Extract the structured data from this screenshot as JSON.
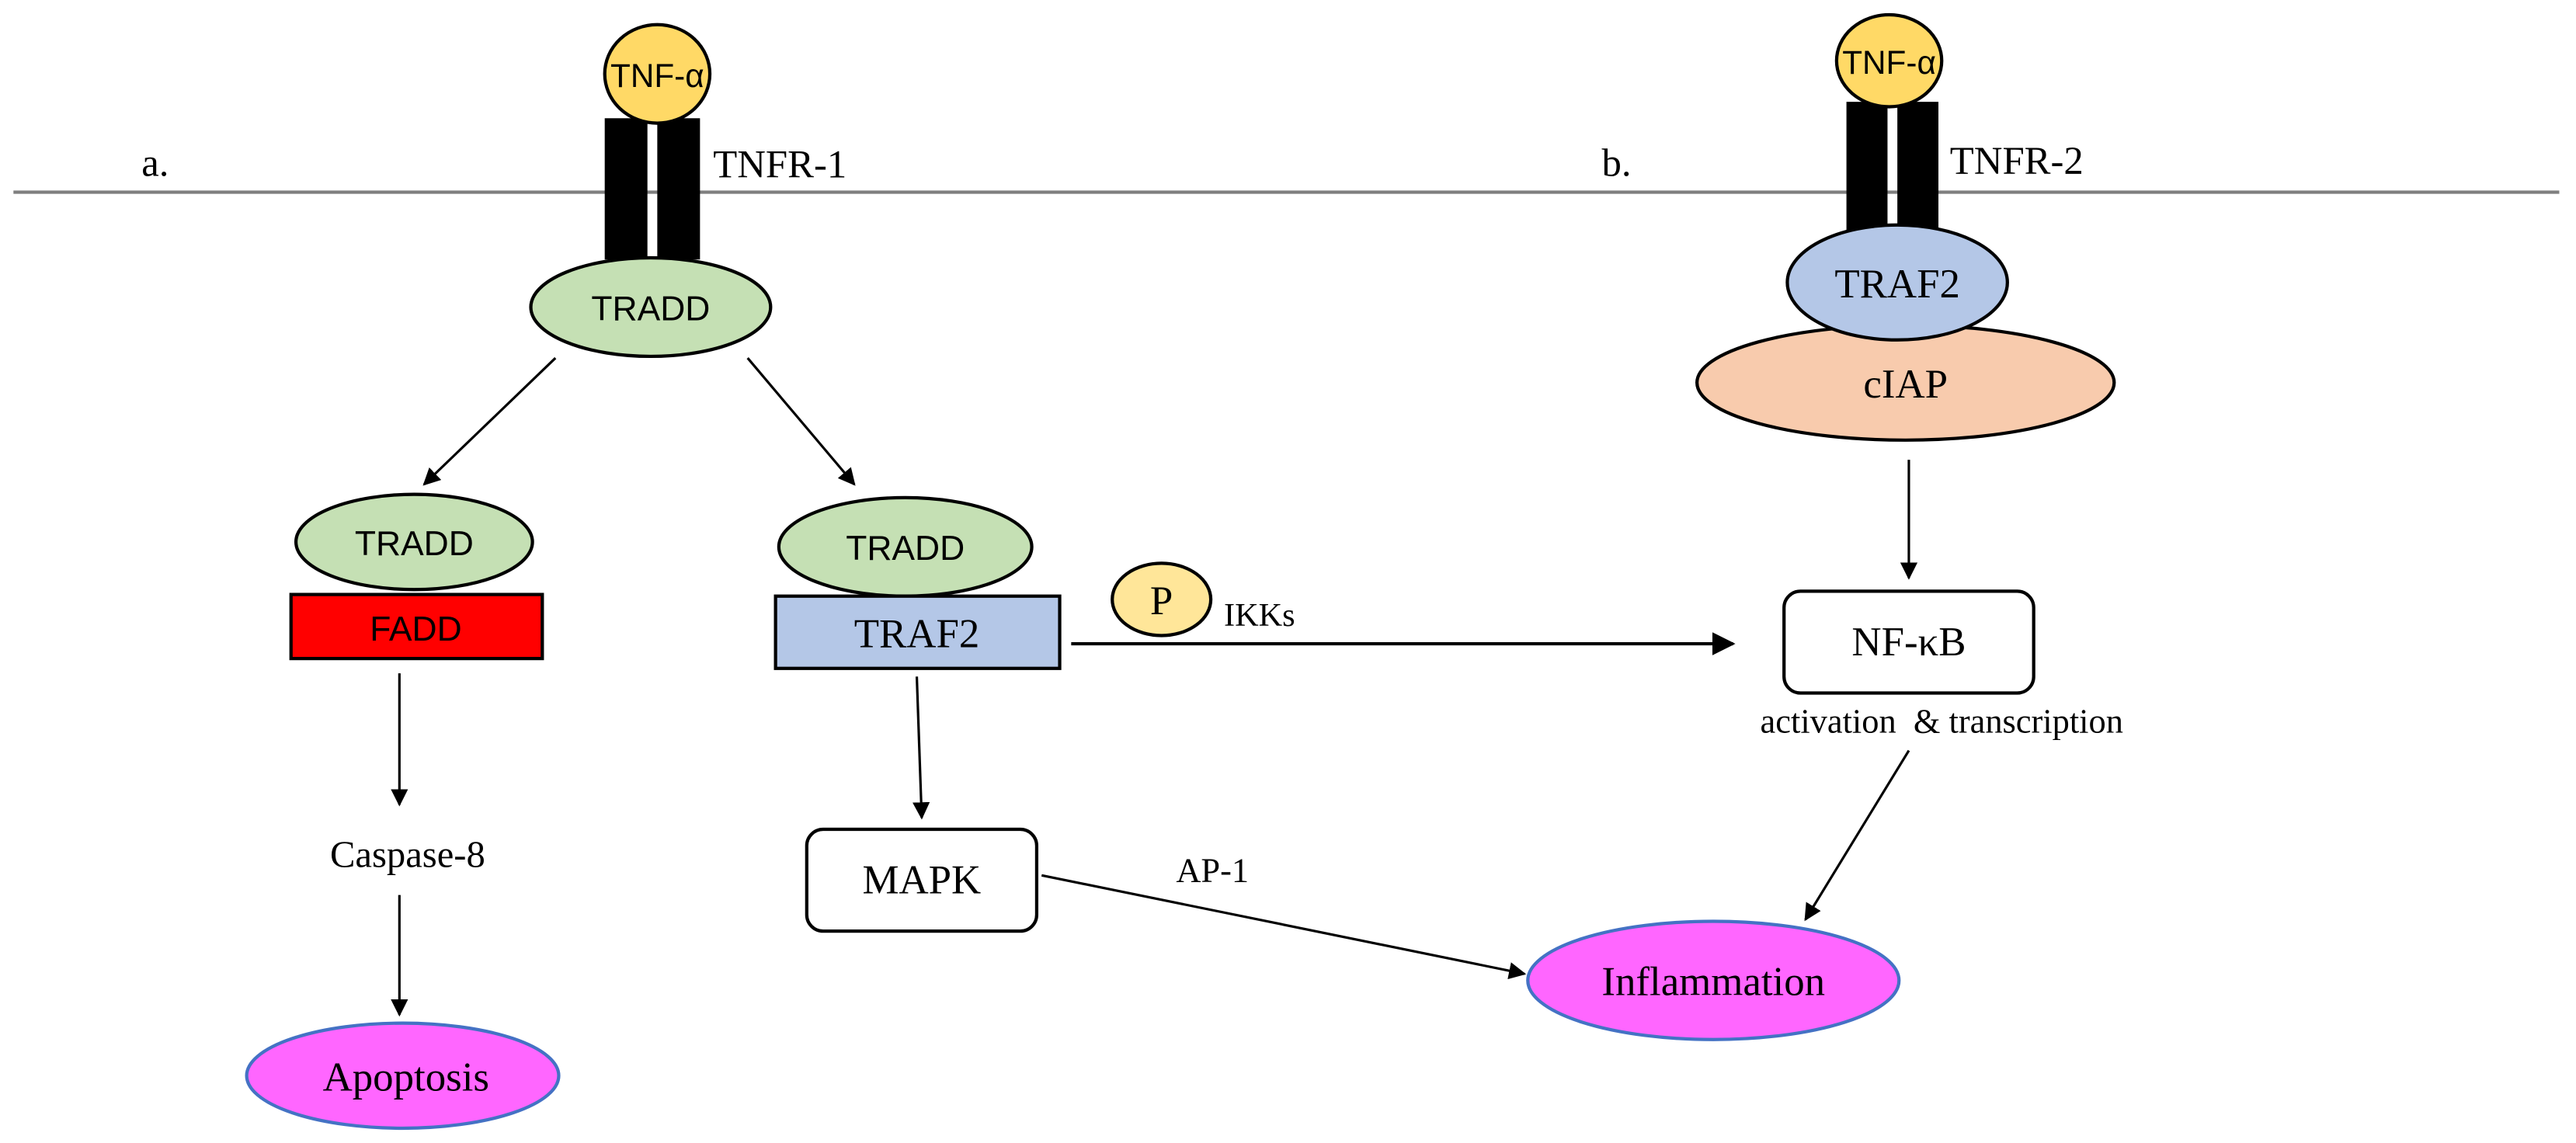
{
  "panels": {
    "a": {
      "label": "a.",
      "ligand": "TNF-α",
      "receptor": "TNFR-1",
      "adaptor": "TRADD",
      "branch_left": {
        "adaptor": "TRADD",
        "complex": "FADD",
        "effector": "Caspase-8",
        "outcome": "Apoptosis"
      },
      "branch_right": {
        "adaptor": "TRADD",
        "complex": "TRAF2",
        "phospho": "P",
        "kinase": "IKKs",
        "mapk": "MAPK",
        "ap1": "AP-1"
      }
    },
    "b": {
      "label": "b.",
      "ligand": "TNF-α",
      "receptor": "TNFR-2",
      "adaptor": "TRAF2",
      "partner": "cIAP"
    }
  },
  "nfkb": {
    "label": "NF-κB",
    "caption": "activation  & transcription"
  },
  "inflammation": "Inflammation",
  "colors": {
    "ligand": "#FFD966",
    "tradd": "#C5E0B4",
    "fadd": "#FF0000",
    "traf2": "#B4C7E7",
    "ciap": "#F8CBAD",
    "outcome": "#FF66FF",
    "outcome_stroke": "#4472C4",
    "membrane": "#7F7F7F"
  }
}
